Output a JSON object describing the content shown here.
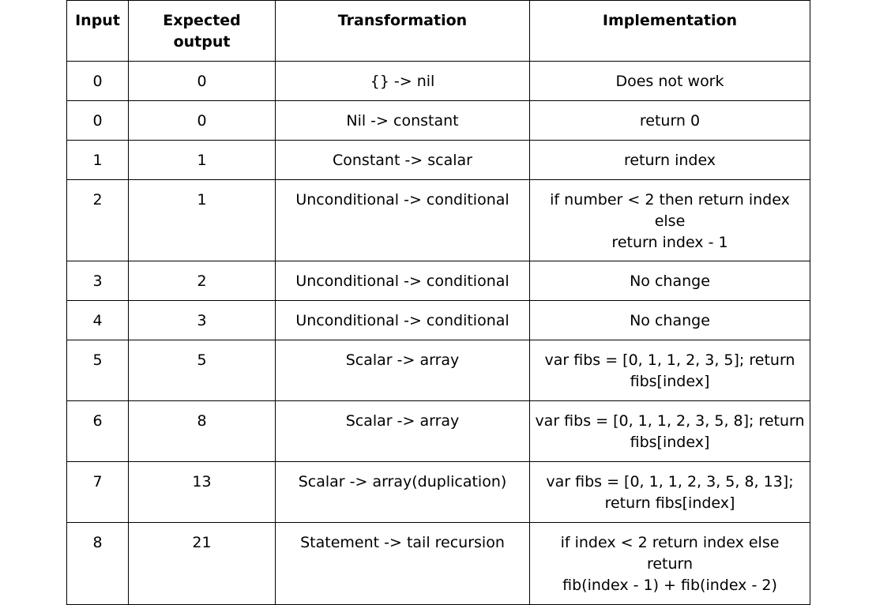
{
  "table": {
    "headers": [
      "Input",
      "Expected output",
      "Transformation",
      "Implementation"
    ],
    "rows": [
      {
        "input": "0",
        "expected": "0",
        "transformation": "{} -> nil",
        "implementation": [
          "Does not work"
        ]
      },
      {
        "input": "0",
        "expected": "0",
        "transformation": "Nil -> constant",
        "implementation": [
          "return 0"
        ]
      },
      {
        "input": "1",
        "expected": "1",
        "transformation": "Constant -> scalar",
        "implementation": [
          "return index"
        ]
      },
      {
        "input": "2",
        "expected": "1",
        "transformation": "Unconditional -> conditional",
        "implementation": [
          "if number < 2 then return index",
          "else",
          "return index - 1"
        ]
      },
      {
        "input": "3",
        "expected": "2",
        "transformation": "Unconditional -> conditional",
        "implementation": [
          "No change"
        ]
      },
      {
        "input": "4",
        "expected": "3",
        "transformation": "Unconditional -> conditional",
        "implementation": [
          "No change"
        ]
      },
      {
        "input": "5",
        "expected": "5",
        "transformation": "Scalar -> array",
        "implementation": [
          "var fibs = [0, 1, 1, 2, 3, 5]; return",
          "fibs[index]"
        ]
      },
      {
        "input": "6",
        "expected": "8",
        "transformation": "Scalar -> array",
        "implementation": [
          "var fibs = [0, 1, 1, 2, 3, 5, 8]; return",
          "fibs[index]"
        ]
      },
      {
        "input": "7",
        "expected": "13",
        "transformation": "Scalar -> array(duplication)",
        "implementation": [
          "var fibs = [0, 1, 1, 2, 3, 5, 8, 13];",
          "return fibs[index]"
        ]
      },
      {
        "input": "8",
        "expected": "21",
        "transformation": "Statement -> tail recursion",
        "implementation": [
          "if index < 2 return index else",
          "return",
          "fib(index - 1) + fib(index - 2)"
        ]
      }
    ]
  }
}
